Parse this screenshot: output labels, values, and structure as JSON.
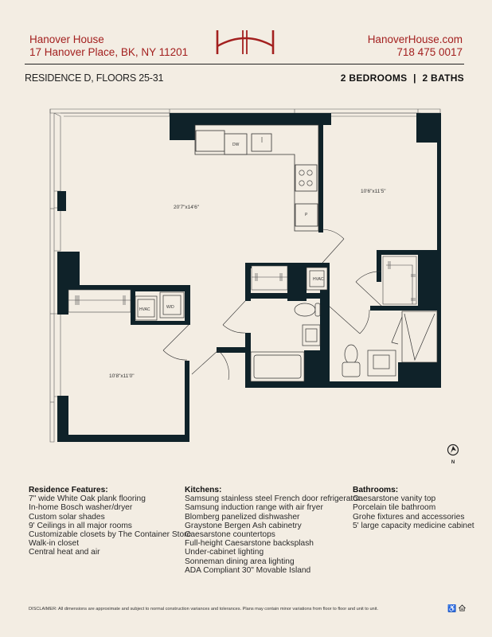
{
  "header": {
    "building_name": "Hanover House",
    "address": "17 Hanover Place, BK, NY 11201",
    "website": "HanoverHouse.com",
    "phone": "718 475 0017",
    "logo": "HH monogram",
    "brand_color": "#a3201f"
  },
  "subheader": {
    "residence": "RESIDENCE D, FLOORS 25-31",
    "bedrooms": "2 BEDROOMS",
    "separator": "|",
    "baths": "2 BATHS"
  },
  "floorplan": {
    "wall_color": "#0f2229",
    "background_color": "#f3ede3",
    "rooms": {
      "living": "20'7\"x14'6\"",
      "bedroom_1": "10'6\"x11'5\"",
      "bedroom_2": "10'8\"x11'0\""
    },
    "fixtures": {
      "dishwasher": "DW",
      "pantry": "P",
      "hvac_1": "HVAC",
      "hvac_2": "HVAC",
      "washer_dryer": "W/D"
    },
    "compass": {
      "icon": "north-arrow-icon",
      "label": "N"
    }
  },
  "features": {
    "residence": {
      "title": "Residence Features:",
      "items": [
        "7\" wide White Oak plank flooring",
        "In-home Bosch washer/dryer",
        "Custom solar shades",
        "9' Ceilings in all major rooms",
        "Customizable closets by The Container Store",
        "Walk-in closet",
        "Central heat and air"
      ]
    },
    "kitchens": {
      "title": "Kitchens:",
      "items": [
        "Samsung stainless steel French door refrigerator",
        "Samsung induction range with air fryer",
        "Blomberg panelized dishwasher",
        "Graystone Bergen Ash cabinetry",
        "Caesarstone countertops",
        "Full-height Caesarstone backsplash",
        "Under-cabinet lighting",
        "Sonneman dining area lighting",
        "ADA Compliant 30\" Movable Island"
      ]
    },
    "bathrooms": {
      "title": "Bathrooms:",
      "items": [
        "Caesarstone vanity top",
        "Porcelain tile bathroom",
        "Grohe fixtures and accessories",
        "5' large capacity medicine cabinet"
      ]
    }
  },
  "footer": {
    "disclaimer": "DISCLAIMER: All dimensions are approximate and subject to normal construction variances and tolerances. Plans may contain minor variations from floor to floor and unit to unit.",
    "icons": [
      "accessibility-icon",
      "equal-housing-icon"
    ]
  }
}
